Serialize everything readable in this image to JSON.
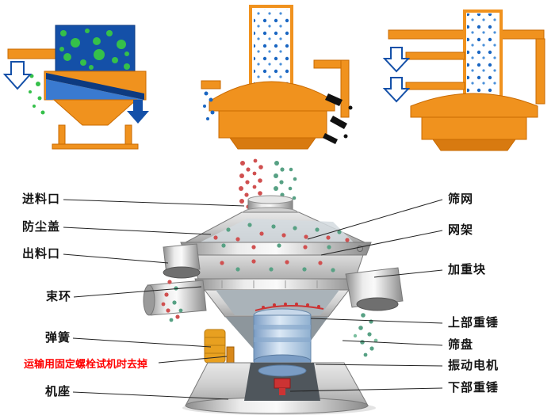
{
  "labels": {
    "feed_inlet": "进料口",
    "dust_cover": "防尘盖",
    "discharge_outlet": "出料口",
    "clamp_ring": "束环",
    "spring": "弹簧",
    "transport_bolt_note": "运输用固定螺栓试机时去掉",
    "machine_base": "机座",
    "screen_mesh": "筛网",
    "mesh_frame": "网架",
    "weight_block": "加重块",
    "upper_weight": "上部重锤",
    "sieve_tray": "筛盘",
    "vibration_motor": "振动电机",
    "lower_weight": "下部重锤"
  },
  "colors": {
    "machine_orange": "#F0921E",
    "machine_orange_dark": "#C96A00",
    "flow_blue": "#1450A8",
    "flow_blue_light": "#3A7AD0",
    "dot_green": "#35C04A",
    "dot_blue": "#1A66C2",
    "dot_red": "#D05050",
    "dot_teal": "#57A184",
    "note_red": "#FF0000",
    "label_text": "#141414",
    "metal_light": "#ECECEC",
    "metal_dark": "#8A8A8A",
    "motor_blue": "#7A9CC4",
    "spring_yellow": "#E8A020",
    "mesh_red": "#CC3333"
  }
}
